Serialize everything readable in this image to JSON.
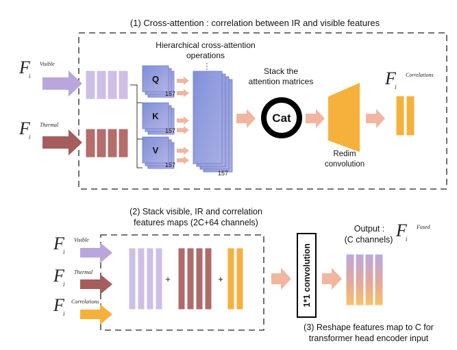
{
  "section1": {
    "title": "(1) Cross-attention : correlation between IR and visible features",
    "hier_label": [
      "Hierarchical cross-attention",
      "operations"
    ],
    "stack_label": [
      "Stack the",
      "attention matrices"
    ],
    "cat": "Cat",
    "redim": [
      "Redim",
      "convolution"
    ],
    "qkv": [
      "Q",
      "K",
      "V"
    ],
    "index_label": "1",
    "index_sub": "5",
    "index_sub2": "7"
  },
  "section2": {
    "title": [
      "(2) Stack visible, IR and correlation",
      "features maps (2C+64 channels)"
    ],
    "plus": "+",
    "conv_label": "1*1 convolution",
    "output_label": [
      "Output :",
      "(C channels)"
    ],
    "reshape": [
      "(3) Reshape features map to C for",
      "transformer head encoder input"
    ]
  },
  "symbols": {
    "F": "F",
    "i": "i",
    "visible": "Visible",
    "thermal": "Thermal",
    "correlations": "Correlations",
    "fused": "Fused"
  },
  "colors": {
    "visible": "#b8a6dc",
    "thermal": "#b06a6a",
    "correlation": "#f4b63c",
    "qkv": "#8e9ad8",
    "arrow": "#f1b6a0",
    "dash": "#222222"
  }
}
